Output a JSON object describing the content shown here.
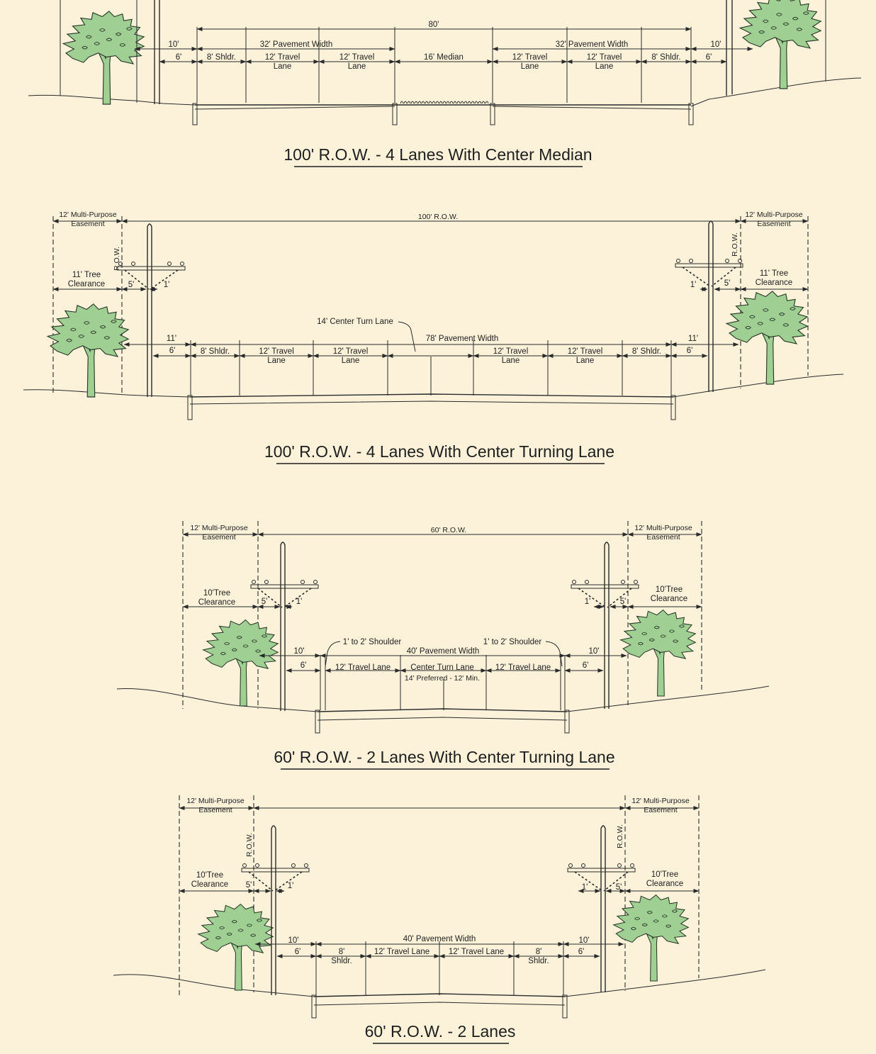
{
  "sections": [
    {
      "title": "100' R.O.W. - 4 Lanes With Center Median",
      "labels": {
        "row_total": "80'",
        "pave_left": "32' Pavement Width",
        "pave_right": "32' Pavement Width",
        "side_outer_left": "10'",
        "side_inner_left": "6'",
        "side_outer_right": "10'",
        "side_inner_right": "6'",
        "shldr_left": "8' Shldr.",
        "shldr_right": "8' Shldr.",
        "lane1": "12' Travel\nLane",
        "lane2": "12' Travel\nLane",
        "median": "16' Median",
        "lane3": "12' Travel\nLane",
        "lane4": "12' Travel\nLane"
      }
    },
    {
      "title": "100' R.O.W. - 4 Lanes With Center Turning Lane",
      "labels": {
        "row_total": "100' R.O.W.",
        "easement_left": "12' Multi-Purpose\nEasement",
        "easement_right": "12' Multi-Purpose\nEasement",
        "row_tag_left": "R.O.W.",
        "row_tag_right": "R.O.W.",
        "tree_left": "11' Tree\nClearance",
        "tree_right": "11' Tree\nClearance",
        "pole_gap_left": "5'",
        "pole_off_left": "1'",
        "pole_gap_right": "5'",
        "pole_off_right": "1'",
        "center_turn_note": "14' Center Turn Lane",
        "pave": "78' Pavement Width",
        "side_outer_left": "11'",
        "side_inner_left": "6'",
        "side_outer_right": "11'",
        "side_inner_right": "6'",
        "shldr_left": "8' Shldr.",
        "shldr_right": "8' Shldr.",
        "lane1": "12' Travel\nLane",
        "lane2": "12' Travel\nLane",
        "lane3": "12' Travel\nLane",
        "lane4": "12' Travel\nLane"
      }
    },
    {
      "title": "60' R.O.W. - 2 Lanes With Center Turning Lane",
      "labels": {
        "row_total": "60' R.O.W.",
        "easement_left": "12' Multi-Purpose\nEasement",
        "easement_right": "12' Multi-Purpose\nEasement",
        "tree_left": "10'Tree\nClearance",
        "tree_right": "10'Tree\nClearance",
        "pole_gap_left": "5'",
        "pole_off_left": "1'",
        "pole_gap_right": "5'",
        "pole_off_right": "1'",
        "shoulder_note_left": "1' to 2' Shoulder",
        "shoulder_note_right": "1' to 2' Shoulder",
        "pave": "40' Pavement Width",
        "side_outer_left": "10'",
        "side_inner_left": "6'",
        "side_outer_right": "10'",
        "side_inner_right": "6'",
        "lane_left": "12' Travel Lane",
        "center": "Center Turn Lane",
        "center_sub": "14' Preferred - 12' Min.",
        "lane_right": "12' Travel Lane"
      }
    },
    {
      "title": "60' R.O.W. - 2 Lanes",
      "labels": {
        "easement_left": "12' Multi-Purpose\nEasement",
        "easement_right": "12' Multi-Purpose\nEasement",
        "row_tag_left": "R.O.W.",
        "row_tag_right": "R.O.W.",
        "tree_left": "10'Tree\nClearance",
        "tree_right": "10'Tree\nClearance",
        "pole_gap_left": "5'",
        "pole_off_left": "1'",
        "pole_gap_right": "5'",
        "pole_off_right": "1'",
        "pave": "40' Pavement Width",
        "side_outer_left": "10'",
        "side_inner_left": "6'",
        "side_outer_right": "10'",
        "side_inner_right": "6'",
        "shldr_left": "8'\nShldr.",
        "shldr_right": "8'\nShldr.",
        "lane_left": "12' Travel Lane",
        "lane_right": "12' Travel Lane"
      }
    }
  ]
}
